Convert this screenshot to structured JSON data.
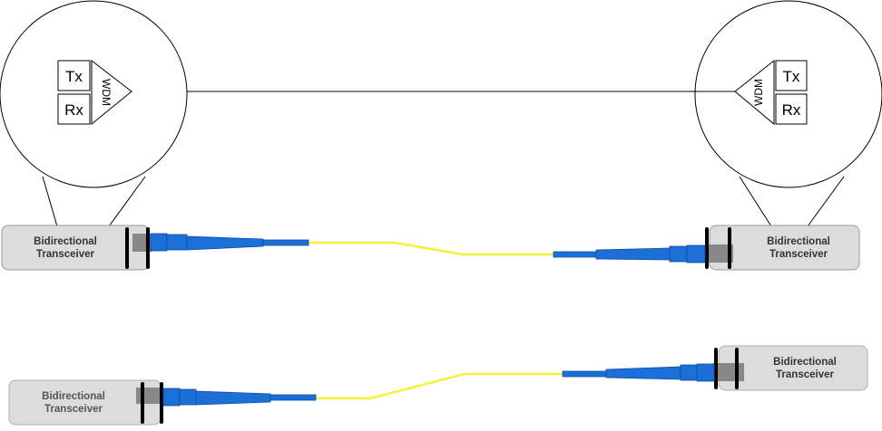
{
  "diagram": {
    "top_link": {
      "left_module": {
        "label_line1": "Bidirectional",
        "label_line2": "Transceiver"
      },
      "right_module": {
        "label_line1": "Bidirectional",
        "label_line2": "Transceiver"
      },
      "left_zoom": {
        "tx": "Tx",
        "rx": "Rx",
        "wdm": "WDM"
      },
      "right_zoom": {
        "tx": "Tx",
        "rx": "Rx",
        "wdm": "WDM"
      }
    },
    "bottom_link": {
      "left_module": {
        "label_line1": "Bidirectional",
        "label_line2": "Transceiver"
      },
      "right_module": {
        "label_line1": "Bidirectional",
        "label_line2": "Transceiver"
      }
    }
  },
  "colors": {
    "fiber": "#f2f23a",
    "connector": "#1b6fd6",
    "connector_dark": "#0e4ea6",
    "module_fill": "#dcdcdc",
    "module_stroke": "#9a9a9a",
    "outline": "#000000"
  }
}
